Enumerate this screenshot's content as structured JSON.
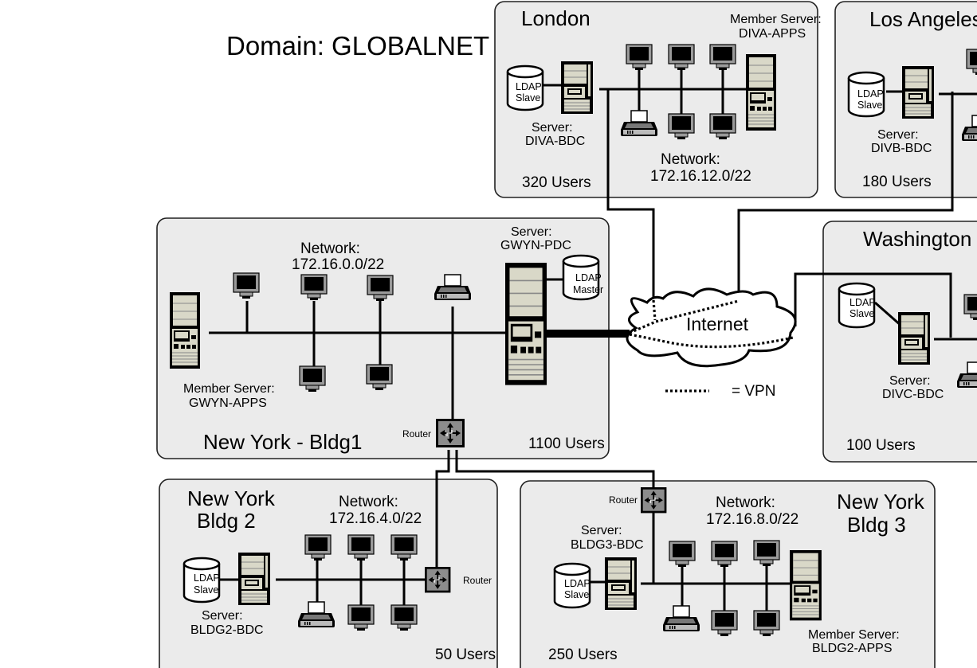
{
  "title": "Domain: GLOBALNET",
  "colors": {
    "zone_fill": "#ebebeb",
    "device_beige": "#d9d8c8",
    "router_gray": "#8c8c8c",
    "monitor_bezel": "#9a9a9a"
  },
  "legend": {
    "vpn_label": "= VPN"
  },
  "internet_label": "Internet",
  "sites": {
    "london": {
      "name": "London",
      "server_label": "Server:",
      "server_name": "DIVA-BDC",
      "ldap_line1": "LDAP",
      "ldap_line2": "Slave",
      "member_label": "Member Server:",
      "member_name": "DIVA-APPS",
      "network_label": "Network:",
      "network": "172.16.12.0/22",
      "users": "320 Users"
    },
    "los_angeles": {
      "name": "Los Angeles",
      "server_label": "Server:",
      "server_name": "DIVB-BDC",
      "ldap_line1": "LDAP",
      "ldap_line2": "Slave",
      "users": "180 Users"
    },
    "washington": {
      "name": "Washington",
      "server_label": "Server:",
      "server_name": "DIVC-BDC",
      "ldap_line1": "LDAP",
      "ldap_line2": "Slave",
      "users": "100 Users"
    },
    "ny_bldg1": {
      "name": "New York - Bldg1",
      "network_label": "Network:",
      "network": "172.16.0.0/22",
      "server_label": "Server:",
      "server_name": "GWYN-PDC",
      "ldap_line1": "LDAP",
      "ldap_line2": "Master",
      "member_label": "Member Server:",
      "member_name": "GWYN-APPS",
      "router_label": "Router",
      "users": "1100 Users"
    },
    "ny_bldg2": {
      "name_line1": "New York",
      "name_line2": "Bldg 2",
      "network_label": "Network:",
      "network": "172.16.4.0/22",
      "server_label": "Server:",
      "server_name": "BLDG2-BDC",
      "ldap_line1": "LDAP",
      "ldap_line2": "Slave",
      "router_label": "Router",
      "users": "50 Users"
    },
    "ny_bldg3": {
      "name_line1": "New York",
      "name_line2": "Bldg 3",
      "network_label": "Network:",
      "network": "172.16.8.0/22",
      "server_label": "Server:",
      "server_name": "BLDG3-BDC",
      "ldap_line1": "LDAP",
      "ldap_line2": "Slave",
      "member_label": "Member Server:",
      "member_name": "BLDG2-APPS",
      "router_label": "Router",
      "users": "250 Users"
    }
  }
}
